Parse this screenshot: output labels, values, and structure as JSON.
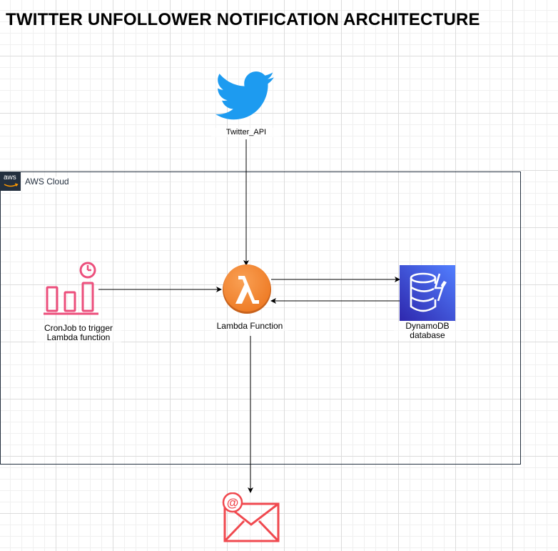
{
  "title": "TWITTER UNFOLLOWER NOTIFICATION ARCHITECTURE",
  "aws_group": {
    "label": "AWS Cloud",
    "badge": "aws"
  },
  "nodes": {
    "twitter": {
      "label": "Twitter_API",
      "icon": "twitter-bird-icon",
      "color": "#1d9bf0"
    },
    "cronjob": {
      "label_line1": "CronJob to trigger",
      "label_line2": "Lambda function",
      "icon": "scheduled-job-icon",
      "color": "#ec4f7c"
    },
    "lambda": {
      "label": "Lambda Function",
      "icon": "aws-lambda-icon",
      "color": "#f58536"
    },
    "dynamodb": {
      "label_line1": "DynamoDB",
      "label_line2": "database",
      "icon": "dynamodb-icon",
      "color": "#3b48cc"
    },
    "email": {
      "icon": "email-icon",
      "color": "#f0494f"
    }
  },
  "edges": [
    {
      "from": "twitter",
      "to": "lambda"
    },
    {
      "from": "cronjob",
      "to": "lambda"
    },
    {
      "from": "lambda",
      "to": "dynamodb"
    },
    {
      "from": "dynamodb",
      "to": "lambda"
    },
    {
      "from": "lambda",
      "to": "email"
    }
  ]
}
